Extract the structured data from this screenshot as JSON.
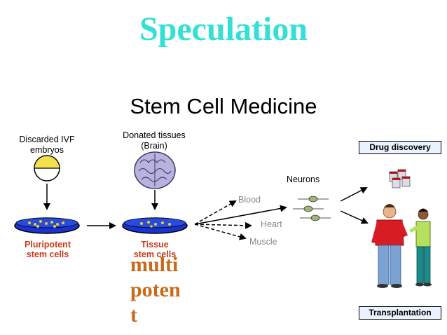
{
  "slide": {
    "title": "Speculation"
  },
  "figure": {
    "title": "Stem Cell Medicine",
    "sources": {
      "ivf_line1": "Discarded IVF",
      "ivf_line2": "embryos",
      "donated_line1": "Donated tissues",
      "donated_line2": "(Brain)"
    },
    "cells": {
      "pluripotent_line1": "Pluripotent",
      "pluripotent_line2": "stem cells",
      "tissue_line1": "Tissue",
      "tissue_line2": "stem cells"
    },
    "outputs": {
      "blood": "Blood",
      "heart": "Heart",
      "muscle": "Muscle",
      "neurons": "Neurons"
    },
    "applications": {
      "drug_discovery": "Drug discovery",
      "transplantation": "Transplantation"
    }
  },
  "annotation": {
    "line1": "multi",
    "line2": "poten",
    "line3": "t"
  },
  "colors": {
    "title": "#33e0d6",
    "cell_label": "#c83a18",
    "annotation": "#c86a18",
    "dish": "#1a33d0",
    "brain": "#b7b2de"
  }
}
